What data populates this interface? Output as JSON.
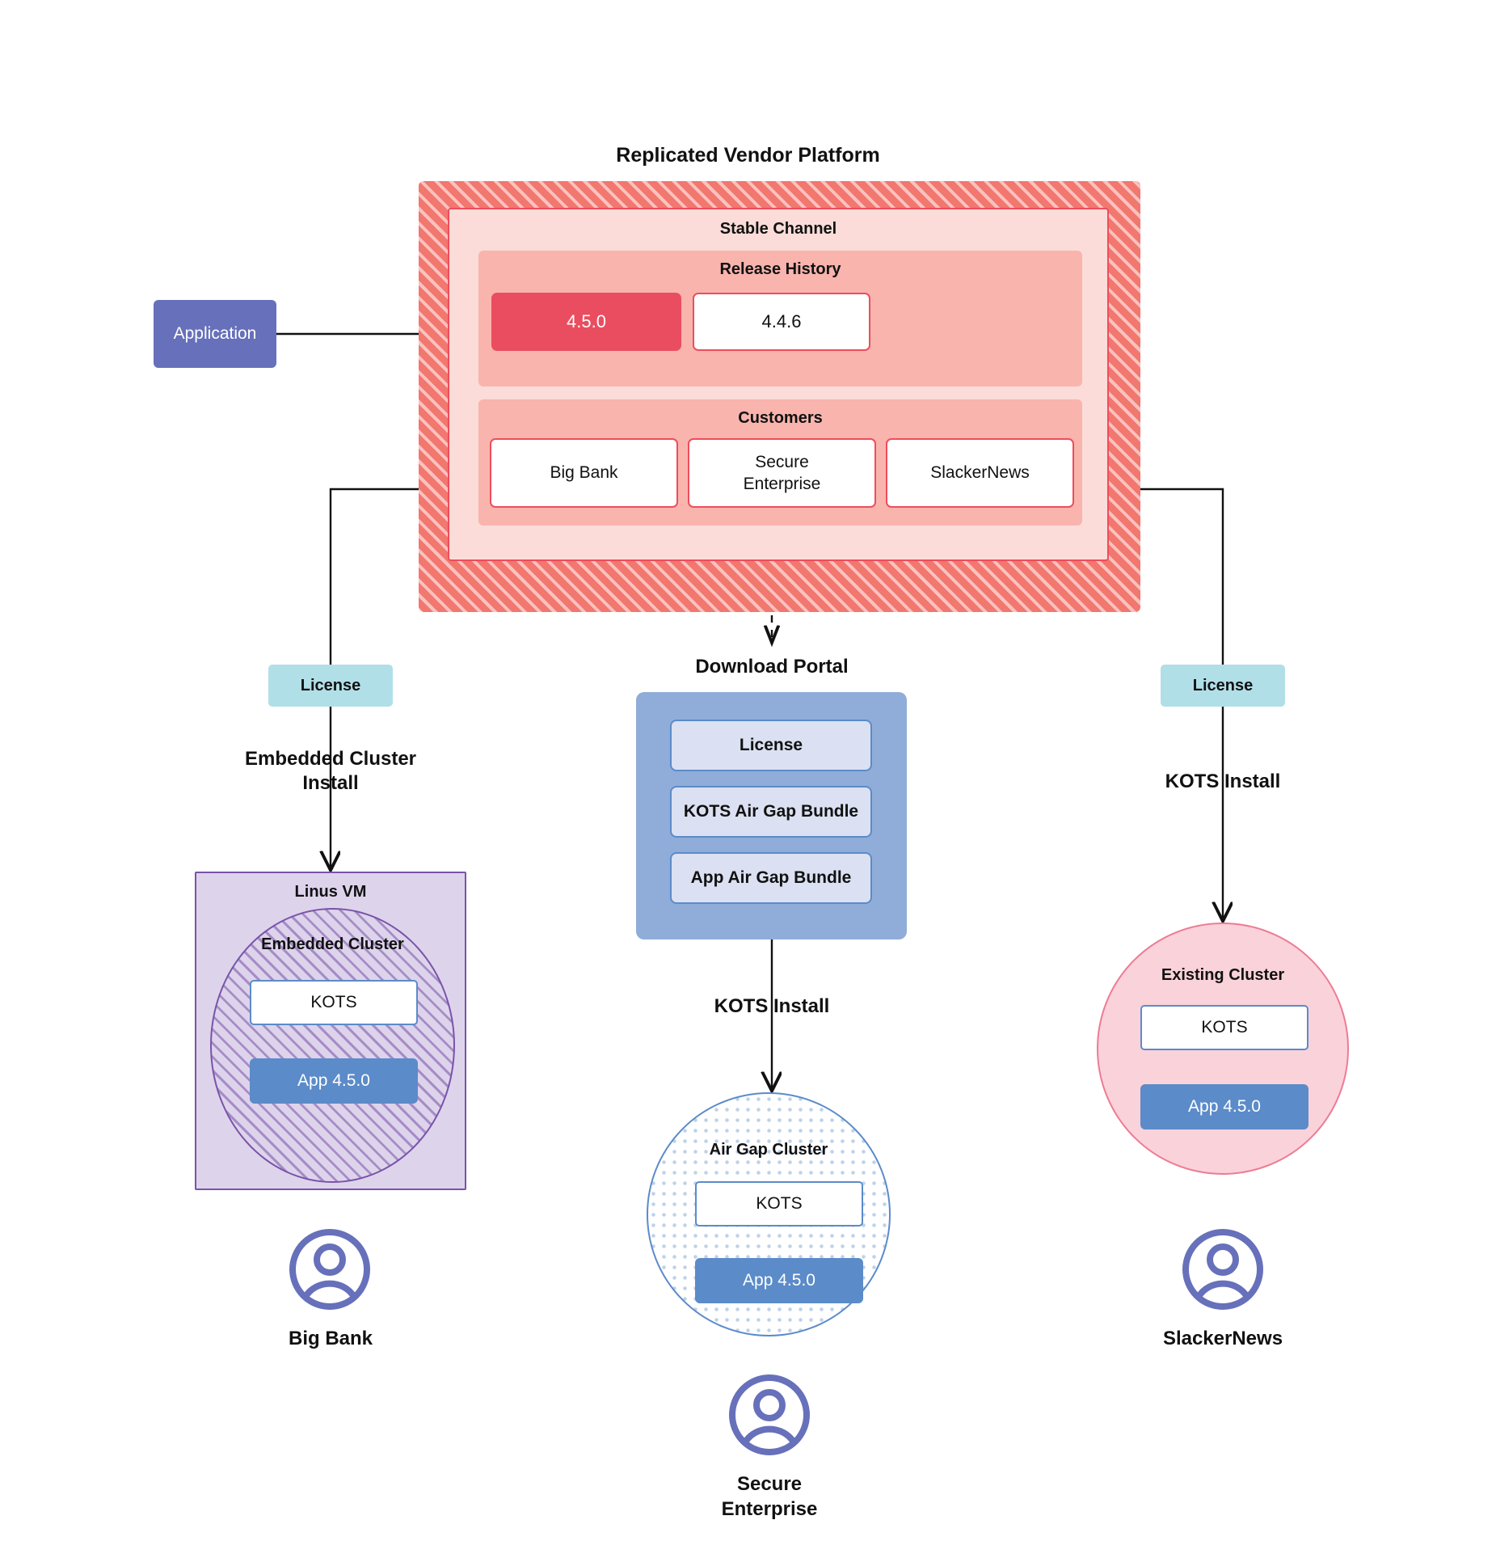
{
  "diagram": {
    "title": "Replicated Vendor Platform",
    "application": {
      "label": "Application"
    },
    "platform": {
      "stable_channel": {
        "title": "Stable Channel"
      },
      "release_history": {
        "title": "Release History",
        "releases": [
          {
            "version": "4.5.0",
            "state": "current"
          },
          {
            "version": "4.4.6",
            "state": "previous"
          }
        ]
      },
      "customers": {
        "title": "Customers",
        "items": [
          {
            "name": "Big Bank"
          },
          {
            "name": "Secure\nEnterprise"
          },
          {
            "name": "SlackerNews"
          }
        ]
      }
    },
    "branches": {
      "left": {
        "license_label": "License",
        "install_label": "Embedded Cluster\nInstall",
        "vm_title": "Linus VM",
        "cluster_title": "Embedded Cluster",
        "kots_label": "KOTS",
        "app_label": "App 4.5.0",
        "persona_label": "Big Bank"
      },
      "center": {
        "portal_title": "Download  Portal",
        "portal_items": [
          {
            "label": "License"
          },
          {
            "label": "KOTS Air Gap Bundle"
          },
          {
            "label": "App Air Gap Bundle"
          }
        ],
        "install_label": "KOTS Install",
        "cluster_title": "Air Gap Cluster",
        "kots_label": "KOTS",
        "app_label": "App 4.5.0",
        "persona_label": "Secure\nEnterprise"
      },
      "right": {
        "license_label": "License",
        "install_label": "KOTS Install",
        "cluster_title": "Existing Cluster",
        "kots_label": "KOTS",
        "app_label": "App 4.5.0",
        "persona_label": "SlackerNews"
      }
    },
    "colors": {
      "platform_hatch": "#f2776f",
      "stable_channel_fill": "#fbdcd8",
      "group_fill": "#f9b4ad",
      "release_current": "#ea4d5f",
      "red_border": "#ee4d5c",
      "application_fill": "#6770ba",
      "license_fill": "#b1dfe8",
      "portal_fill": "#8fadd8",
      "portal_item_fill": "#dbe1f2",
      "app_chip_fill": "#5b8bc9",
      "vm_fill": "#ddd4ec",
      "vm_border": "#7a53a8",
      "existing_cluster_fill": "#fad2da",
      "existing_cluster_border": "#ee7b94",
      "persona_stroke": "#6770ba"
    }
  }
}
